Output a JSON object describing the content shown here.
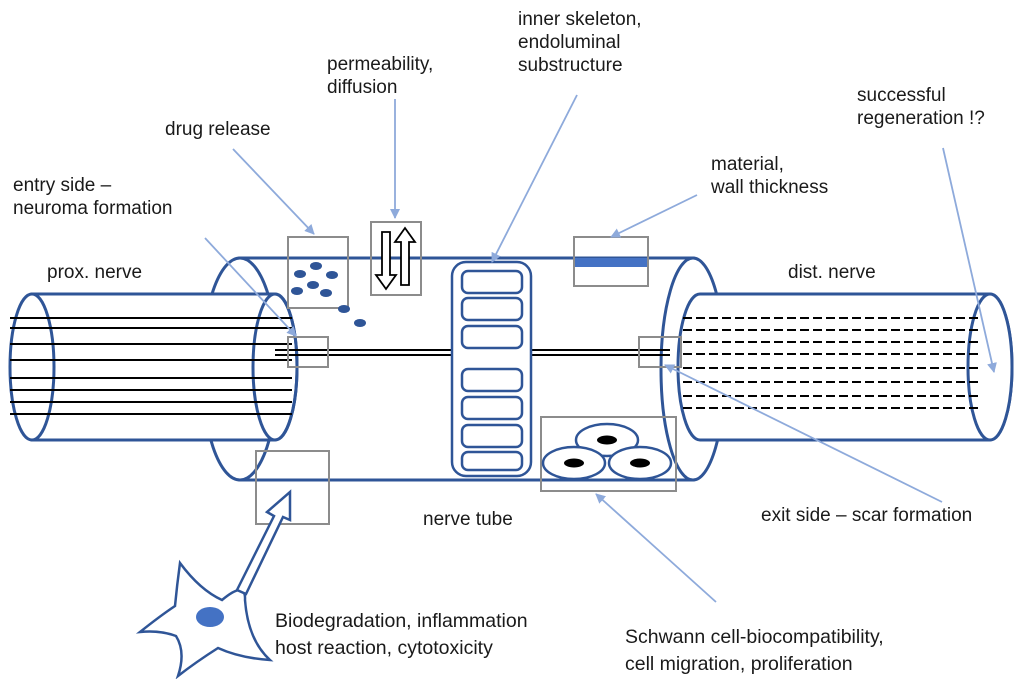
{
  "colors": {
    "tube_outline": "#2f5597",
    "tube_fill": "#ffffff",
    "fiber_line": "#000000",
    "callout_arrow": "#8eaadb",
    "focus_box": "#8c8c8c",
    "cell_outline": "#4472c4",
    "cell_nucleus": "#4472c4"
  },
  "labels": {
    "prox_nerve": "prox. nerve",
    "dist_nerve": "dist. nerve",
    "nerve_tube": "nerve tube",
    "entry_side": [
      "entry side –",
      "neuroma formation"
    ],
    "drug_release": "drug release",
    "permeability": [
      "permeability,",
      "diffusion"
    ],
    "inner_skeleton": [
      "inner skeleton,",
      "endoluminal",
      "substructure"
    ],
    "material": [
      "material,",
      "wall thickness"
    ],
    "successful": [
      "successful",
      "regeneration !?"
    ],
    "exit_side": "exit side – scar formation",
    "biodegradation": [
      "Biodegradation,  inflammation",
      "host reaction, cytotoxicity"
    ],
    "schwann": [
      "Schwann cell-biocompatibility,",
      "cell migration, proliferation"
    ]
  },
  "icons": {
    "drug_particles": "drug-particles-icon",
    "diffusion_arrows": "bidirectional-arrows-icon",
    "wall_bar": "wall-thickness-icon",
    "schwann_cells": "schwann-cells-icon",
    "host_cell": "host-cell-icon"
  }
}
